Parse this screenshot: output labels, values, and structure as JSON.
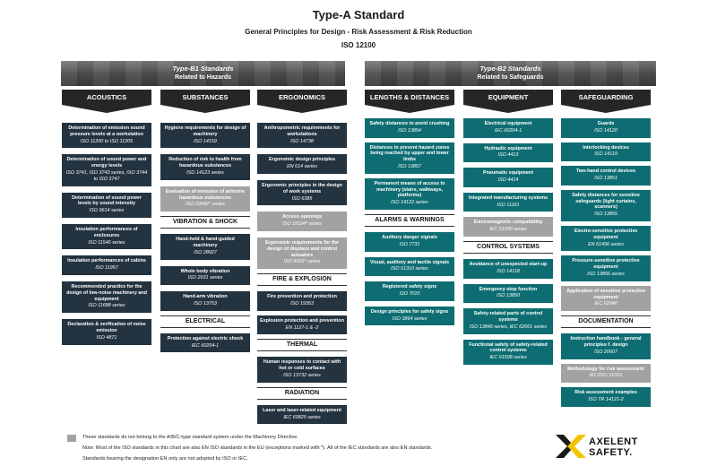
{
  "header": {
    "title": "Type-A Standard",
    "subtitle": "General Principles for Design - Risk Assessment & Risk Reduction",
    "iso": "ISO 12100"
  },
  "banners": {
    "b1": {
      "title": "Type-B1 Standards",
      "sub": "Related to Hazards"
    },
    "b2": {
      "title": "Type-B2 Standards",
      "sub": "Related to Safeguards"
    }
  },
  "columns": {
    "acoustics": {
      "head": "ACOUSTICS",
      "boxes": [
        {
          "t": "Determination of emission sound pressure levels at a workstation",
          "c": "ISO 11200 to ISO 11205"
        },
        {
          "t": "Determination of sound power and energy levels",
          "c": "ISO 3741, ISO 3743 series, ISO 3744 to ISO 3747"
        },
        {
          "t": "Determination of sound power levels by sound intensity",
          "c": "ISO 9614 series"
        },
        {
          "t": "Insulation performances of enclosures",
          "c": "ISO 11546 series"
        },
        {
          "t": "Insulation performances of cabins",
          "c": "ISO 11957"
        },
        {
          "t": "Recommended practice for the design of low-noise machinery and equipment",
          "c": "ISO 11688 series"
        },
        {
          "t": "Declaration & verification of noise emission",
          "c": "ISO 4871"
        }
      ]
    },
    "substances": {
      "head": "SUBSTANCES",
      "boxes": [
        {
          "t": "Hygiene requirements for design of machinery",
          "c": "ISO 14159"
        },
        {
          "t": "Reduction of risk to health from hazardous substances",
          "c": "ISO 14123 series"
        },
        {
          "t": "Evaluation of emission of airborne hazardous substances",
          "c": "ISO 29042* series"
        }
      ],
      "vib_head": "VIBRATION & SHOCK",
      "vib_boxes": [
        {
          "t": "Hand-held & hand-guided machinery",
          "c": "ISO 28927"
        },
        {
          "t": "Whole body vibration",
          "c": "ISO 2631 series"
        },
        {
          "t": "Hand-arm vibration",
          "c": "ISO 13753"
        }
      ],
      "elec_head": "ELECTRICAL",
      "elec_boxes": [
        {
          "t": "Protection against electric shock",
          "c": "IEC 60204-1"
        }
      ]
    },
    "ergonomics": {
      "head": "ERGONOMICS",
      "boxes": [
        {
          "t": "Anthropometric requirements for workstations",
          "c": "ISO 14738"
        },
        {
          "t": "Ergonomic design principles",
          "c": "EN 614 series"
        },
        {
          "t": "Ergonomic principles in the design of work systems",
          "c": "ISO 6385"
        },
        {
          "t": "Access openings",
          "c": "ISO 15534* series"
        },
        {
          "t": "Ergonomic requirements for the design of displays and control actuators",
          "c": "ISO 9355* series"
        }
      ],
      "fire_head": "FIRE & EXPLOSION",
      "fire_boxes": [
        {
          "t": "Fire prevention and protection",
          "c": "ISO 19353"
        },
        {
          "t": "Explosion protection and prevention",
          "c": "EN 1127-1 & -2"
        }
      ],
      "thermal_head": "THERMAL",
      "thermal_boxes": [
        {
          "t": "Human responses to contact with hot or cold surfaces",
          "c": "ISO 13732 series"
        }
      ],
      "rad_head": "RADIATION",
      "rad_boxes": [
        {
          "t": "Laser and laser-related equipment",
          "c": "IEC 60825 series"
        }
      ]
    },
    "lengths": {
      "head": "LENGTHS & DISTANCES",
      "boxes": [
        {
          "t": "Safety distances to avoid crushing",
          "c": "ISO 13854"
        },
        {
          "t": "Distances to prevent hazard zones being reached by upper and lower limbs",
          "c": "ISO 13857"
        },
        {
          "t": "Permanent means of access to machinery (stairs, walkways, platforms)",
          "c": "ISO 14122 series"
        }
      ],
      "alarm_head": "ALARMS & WARNINGS",
      "alarm_boxes": [
        {
          "t": "Auditory danger signals",
          "c": "ISO 7731"
        },
        {
          "t": "Visual, auditory and tactile signals",
          "c": "ISO 61310 series"
        },
        {
          "t": "Registered safety signs",
          "c": "ISO 7010"
        },
        {
          "t": "Design principles for safety signs",
          "c": "ISO 3864 series"
        }
      ]
    },
    "equipment": {
      "head": "EQUIPMENT",
      "boxes": [
        {
          "t": "Electrical equipment",
          "c": "IEC 60204-1"
        },
        {
          "t": "Hydraulic equipment",
          "c": "ISO 4413"
        },
        {
          "t": "Pneumatic equipment",
          "c": "ISO 4414"
        },
        {
          "t": "Integrated manufacturing systems",
          "c": "ISO 11161"
        },
        {
          "t": "Electromagnetic compatibility",
          "c": "IEC 61000 series"
        }
      ],
      "ctrl_head": "CONTROL SYSTEMS",
      "ctrl_boxes": [
        {
          "t": "Avoidance of unexpected start-up",
          "c": "ISO 14118"
        },
        {
          "t": "Emergency stop function",
          "c": "ISO 13850"
        },
        {
          "t": "Safety-related parts of control systems",
          "c": "ISO 13849 series, IEC 62061 series"
        },
        {
          "t": "Functional safety of safety-related control systems",
          "c": "IEC 61508 series"
        }
      ]
    },
    "safeguarding": {
      "head": "SAFEGUARDING",
      "boxes": [
        {
          "t": "Guards",
          "c": "ISO 14120"
        },
        {
          "t": "Interlocking devices",
          "c": "ISO 14119"
        },
        {
          "t": "Two-hand control devices",
          "c": "ISO 13851"
        },
        {
          "t": "Safety distances for sensitive safeguards (light curtains, scanners)",
          "c": "ISO 13855"
        },
        {
          "t": "Electro-sensitive protective equipment",
          "c": "EN 61496 series"
        },
        {
          "t": "Pressure-sensitive protective equipment",
          "c": "ISO 13856 series"
        },
        {
          "t": "Application of sensitive protective equipment",
          "c": "IEC 62046"
        }
      ],
      "doc_head": "DOCUMENTATION",
      "doc_boxes": [
        {
          "t": "Instruction handbook - general principles f. design",
          "c": "ISO 20607"
        },
        {
          "t": "Methodology for risk assessment",
          "c": "IEC/ISO 31010"
        },
        {
          "t": "Risk assessment examples",
          "c": "ISO TR 14121-2"
        }
      ]
    }
  },
  "footer": {
    "note1": "These standards do not belong to the A/B/C-type standard system under the Machinery Directive.",
    "note2": "Note: Most of the ISO standards in this chart are also EN ISO standards in the EU (exceptions marked with *). All of the IEC standards are also EN standards.",
    "note3": "Standards bearing the designation EN only are not adopted by ISO or IEC."
  },
  "logo": {
    "line1": "AXELENT",
    "line2": "SAFETY."
  },
  "colors": {
    "navy": "#23333f",
    "teal": "#0e6d72",
    "grey": "#a2a2a2",
    "accent": "#f5c400"
  }
}
